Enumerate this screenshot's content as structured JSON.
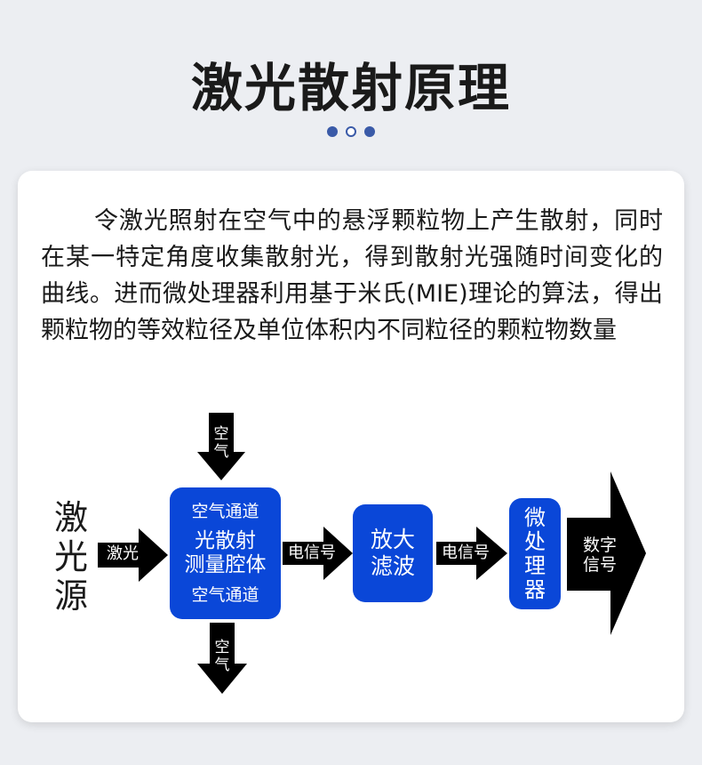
{
  "title": "激光散射原理",
  "description": "令激光照射在空气中的悬浮颗粒物上产生散射，同时在某一特定角度收集散射光，得到散射光强随时间变化的曲线。进而微处理器利用基于米氏(MIE)理论的算法，得出颗粒物的等效粒径及单位体积内不同粒径的颗粒物数量",
  "diagram": {
    "source_label": "激光源",
    "laser_label": "激光",
    "air_in_label": "空气",
    "air_out_label": "空气",
    "chamber": {
      "top_label": "空气通道",
      "main_label_line1": "光散射",
      "main_label_line2": "测量腔体",
      "bottom_label": "空气通道"
    },
    "signal1_label": "电信号",
    "amplifier_line1": "放大",
    "amplifier_line2": "滤波",
    "signal2_label": "电信号",
    "microprocessor_label": "微处理器",
    "output_line1": "数字",
    "output_line2": "信号"
  },
  "colors": {
    "box_blue": "#0a47d8",
    "dot_blue": "#3a5aa8",
    "arrow_black": "#000000"
  }
}
